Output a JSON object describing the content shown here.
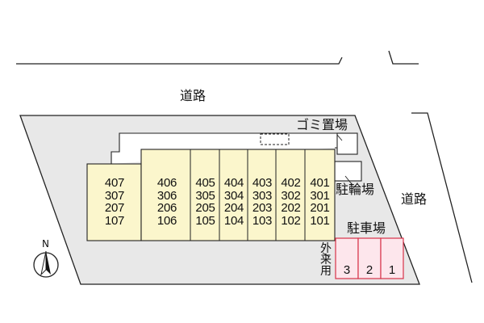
{
  "map": {
    "road_top": "道路",
    "road_right": "道路",
    "garbage_area": "ゴミ置場",
    "bicycle_parking": "駐輪場",
    "car_parking": "駐車場",
    "visitor_parking": [
      "外",
      "来",
      "用"
    ],
    "north_label": "N",
    "parking_spaces": [
      "3",
      "2",
      "1"
    ],
    "unit_columns": [
      [
        "407",
        "307",
        "207",
        "107"
      ],
      [
        "406",
        "306",
        "206",
        "106"
      ],
      [
        "405",
        "305",
        "205",
        "105"
      ],
      [
        "404",
        "304",
        "204",
        "104"
      ],
      [
        "403",
        "303",
        "203",
        "103"
      ],
      [
        "402",
        "302",
        "202",
        "102"
      ],
      [
        "401",
        "301",
        "201",
        "101"
      ]
    ]
  },
  "colors": {
    "building_fill": "#fbf6cc",
    "lot_fill": "#e8e8e8",
    "parking_fill": "#fde6ec",
    "parking_line": "#d8334a",
    "outline": "#222222"
  }
}
